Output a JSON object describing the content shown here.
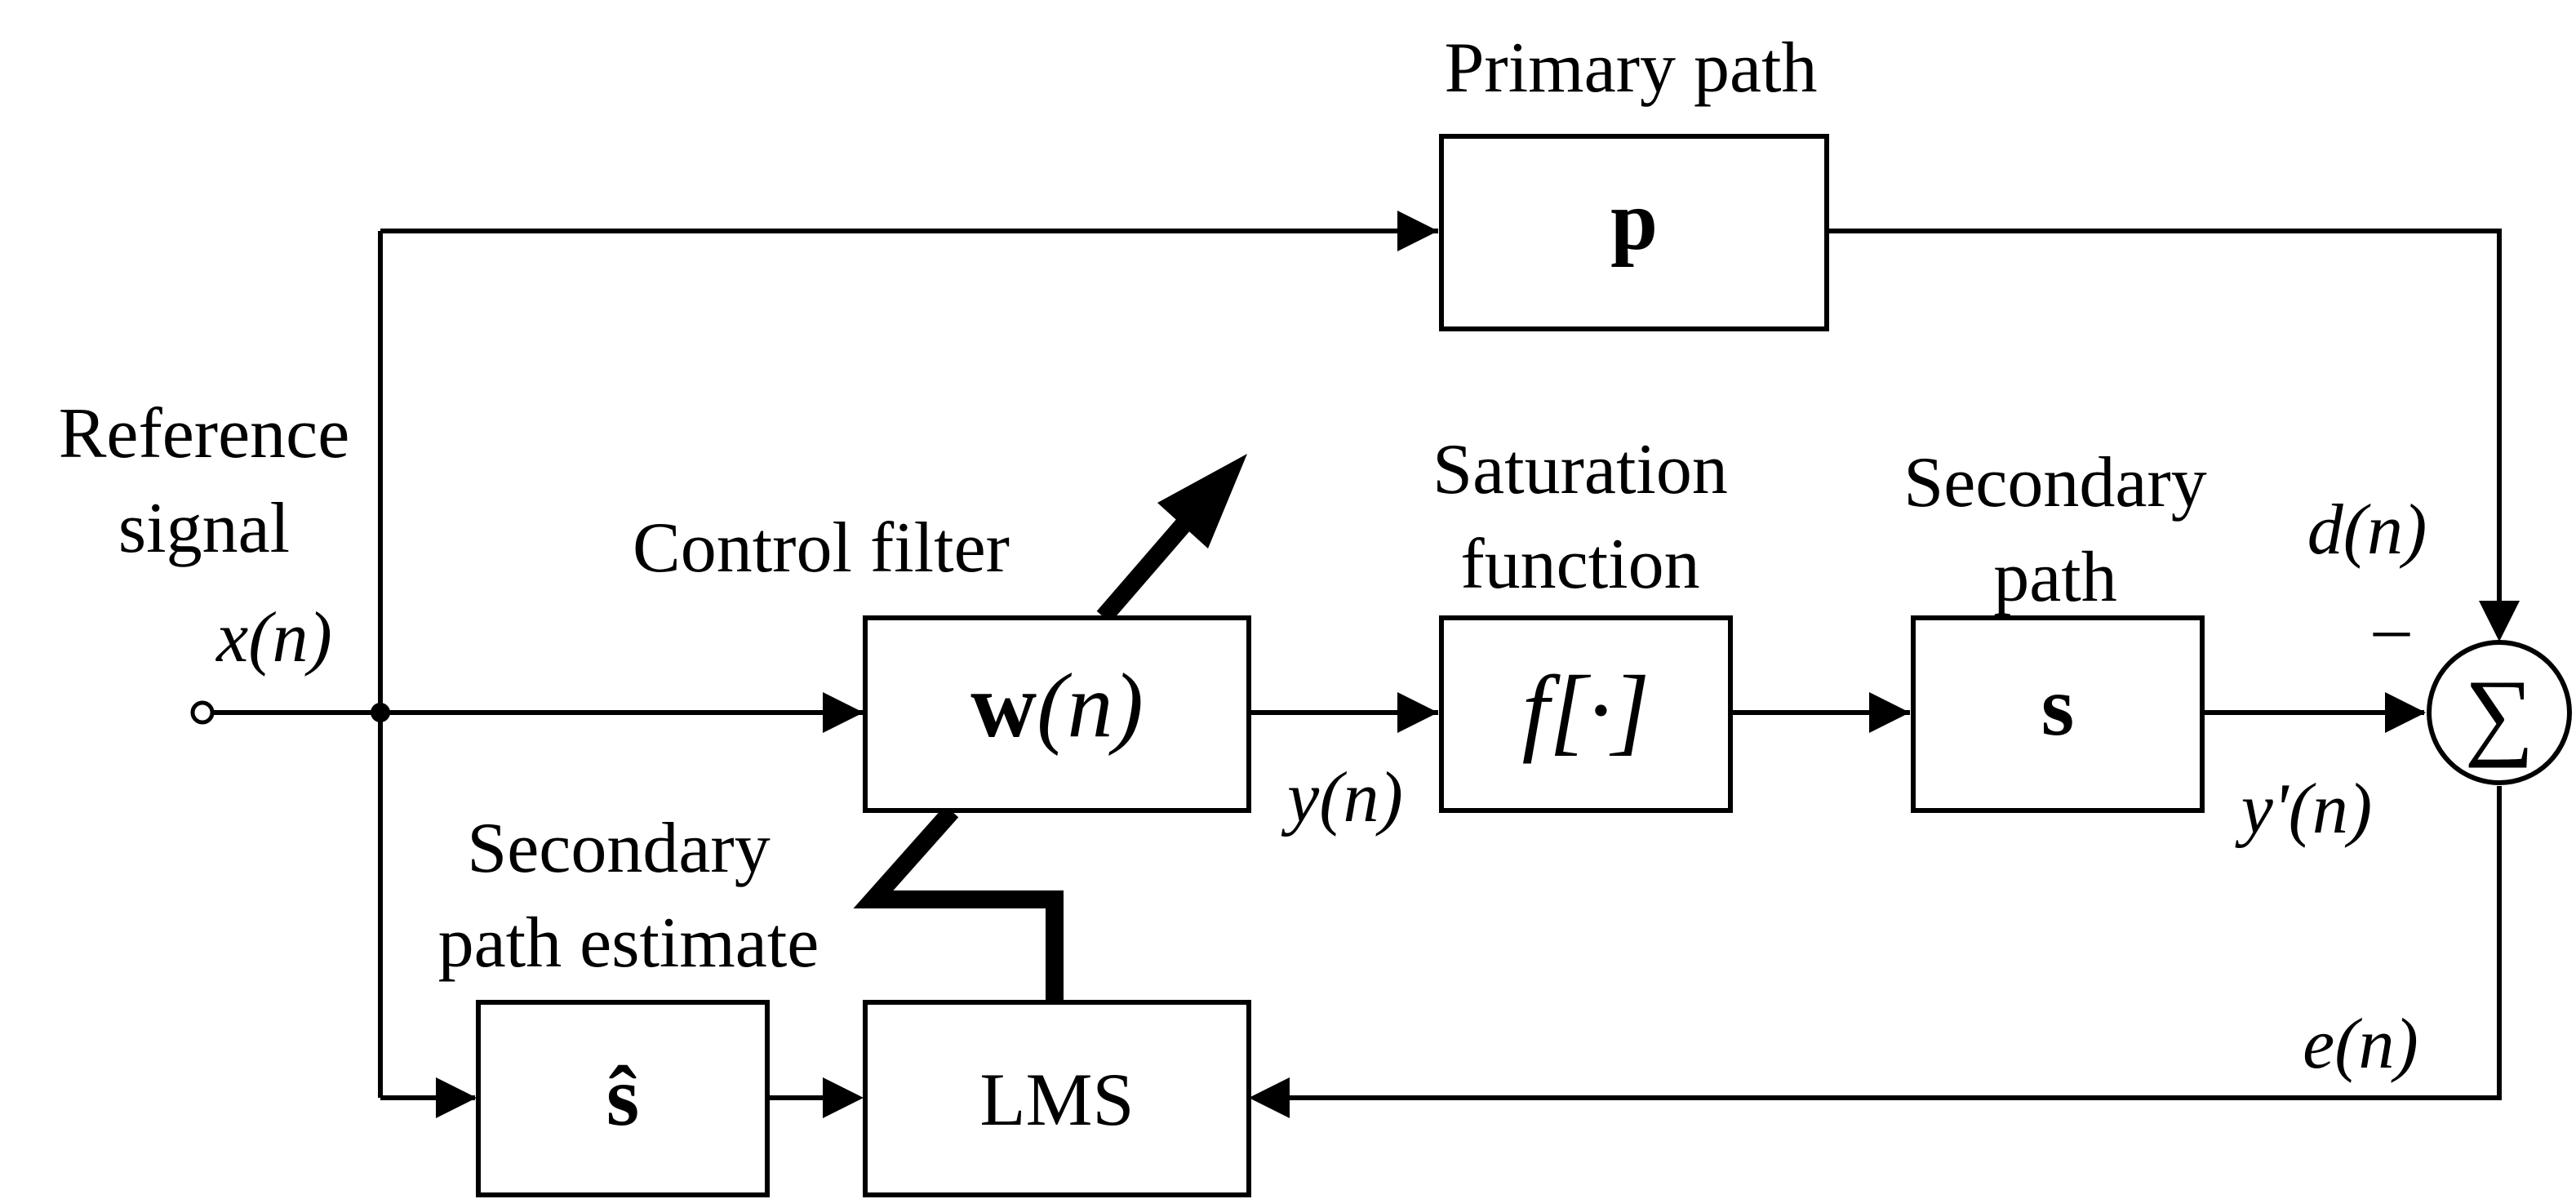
{
  "reference": {
    "line1": "Reference",
    "line2": "signal",
    "input": "x(n)"
  },
  "primary_path": {
    "title": "Primary path",
    "symbol": "p"
  },
  "control_filter": {
    "title": "Control filter",
    "symbol_bold": "w",
    "symbol_arg": "(n)",
    "output": "y(n)"
  },
  "saturation": {
    "line1": "Saturation",
    "line2": "function",
    "symbol": "f[·]"
  },
  "secondary_path": {
    "line1": "Secondary",
    "line2": "path",
    "symbol": "s",
    "output": "y'(n)"
  },
  "secondary_estimate": {
    "line1": "Secondary",
    "line2": "path estimate",
    "symbol": "ŝ"
  },
  "lms": {
    "label": "LMS"
  },
  "summing": {
    "symbol": "∑",
    "minus": "–",
    "desired": "d(n)",
    "error": "e(n)"
  }
}
